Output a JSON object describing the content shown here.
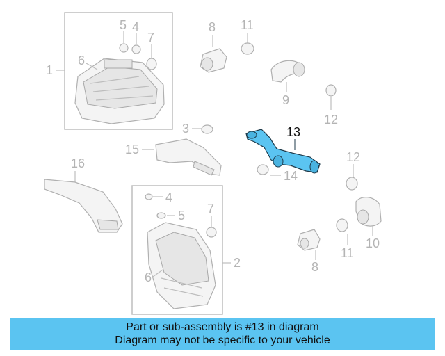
{
  "colors": {
    "banner_bg": "#5bc4f1",
    "highlight_part": "#5bc4f1",
    "label_gray": "#b4b4b4",
    "label_highlight": "#111111"
  },
  "diagram": {
    "callouts": {
      "c1": "1",
      "c2": "2",
      "c3": "3",
      "c4a": "4",
      "c4b": "4",
      "c5a": "5",
      "c5b": "5",
      "c6a": "6",
      "c6b": "6",
      "c7a": "7",
      "c7b": "7",
      "c8a": "8",
      "c8b": "8",
      "c9": "9",
      "c10": "10",
      "c11a": "11",
      "c11b": "11",
      "c12a": "12",
      "c12b": "12",
      "c13": "13",
      "c14": "14",
      "c15": "15",
      "c16": "16"
    },
    "highlighted_part": "13"
  },
  "banner": {
    "line1": "Part or sub-assembly is #13 in diagram",
    "line2": "Diagram may not be specific to your vehicle"
  }
}
